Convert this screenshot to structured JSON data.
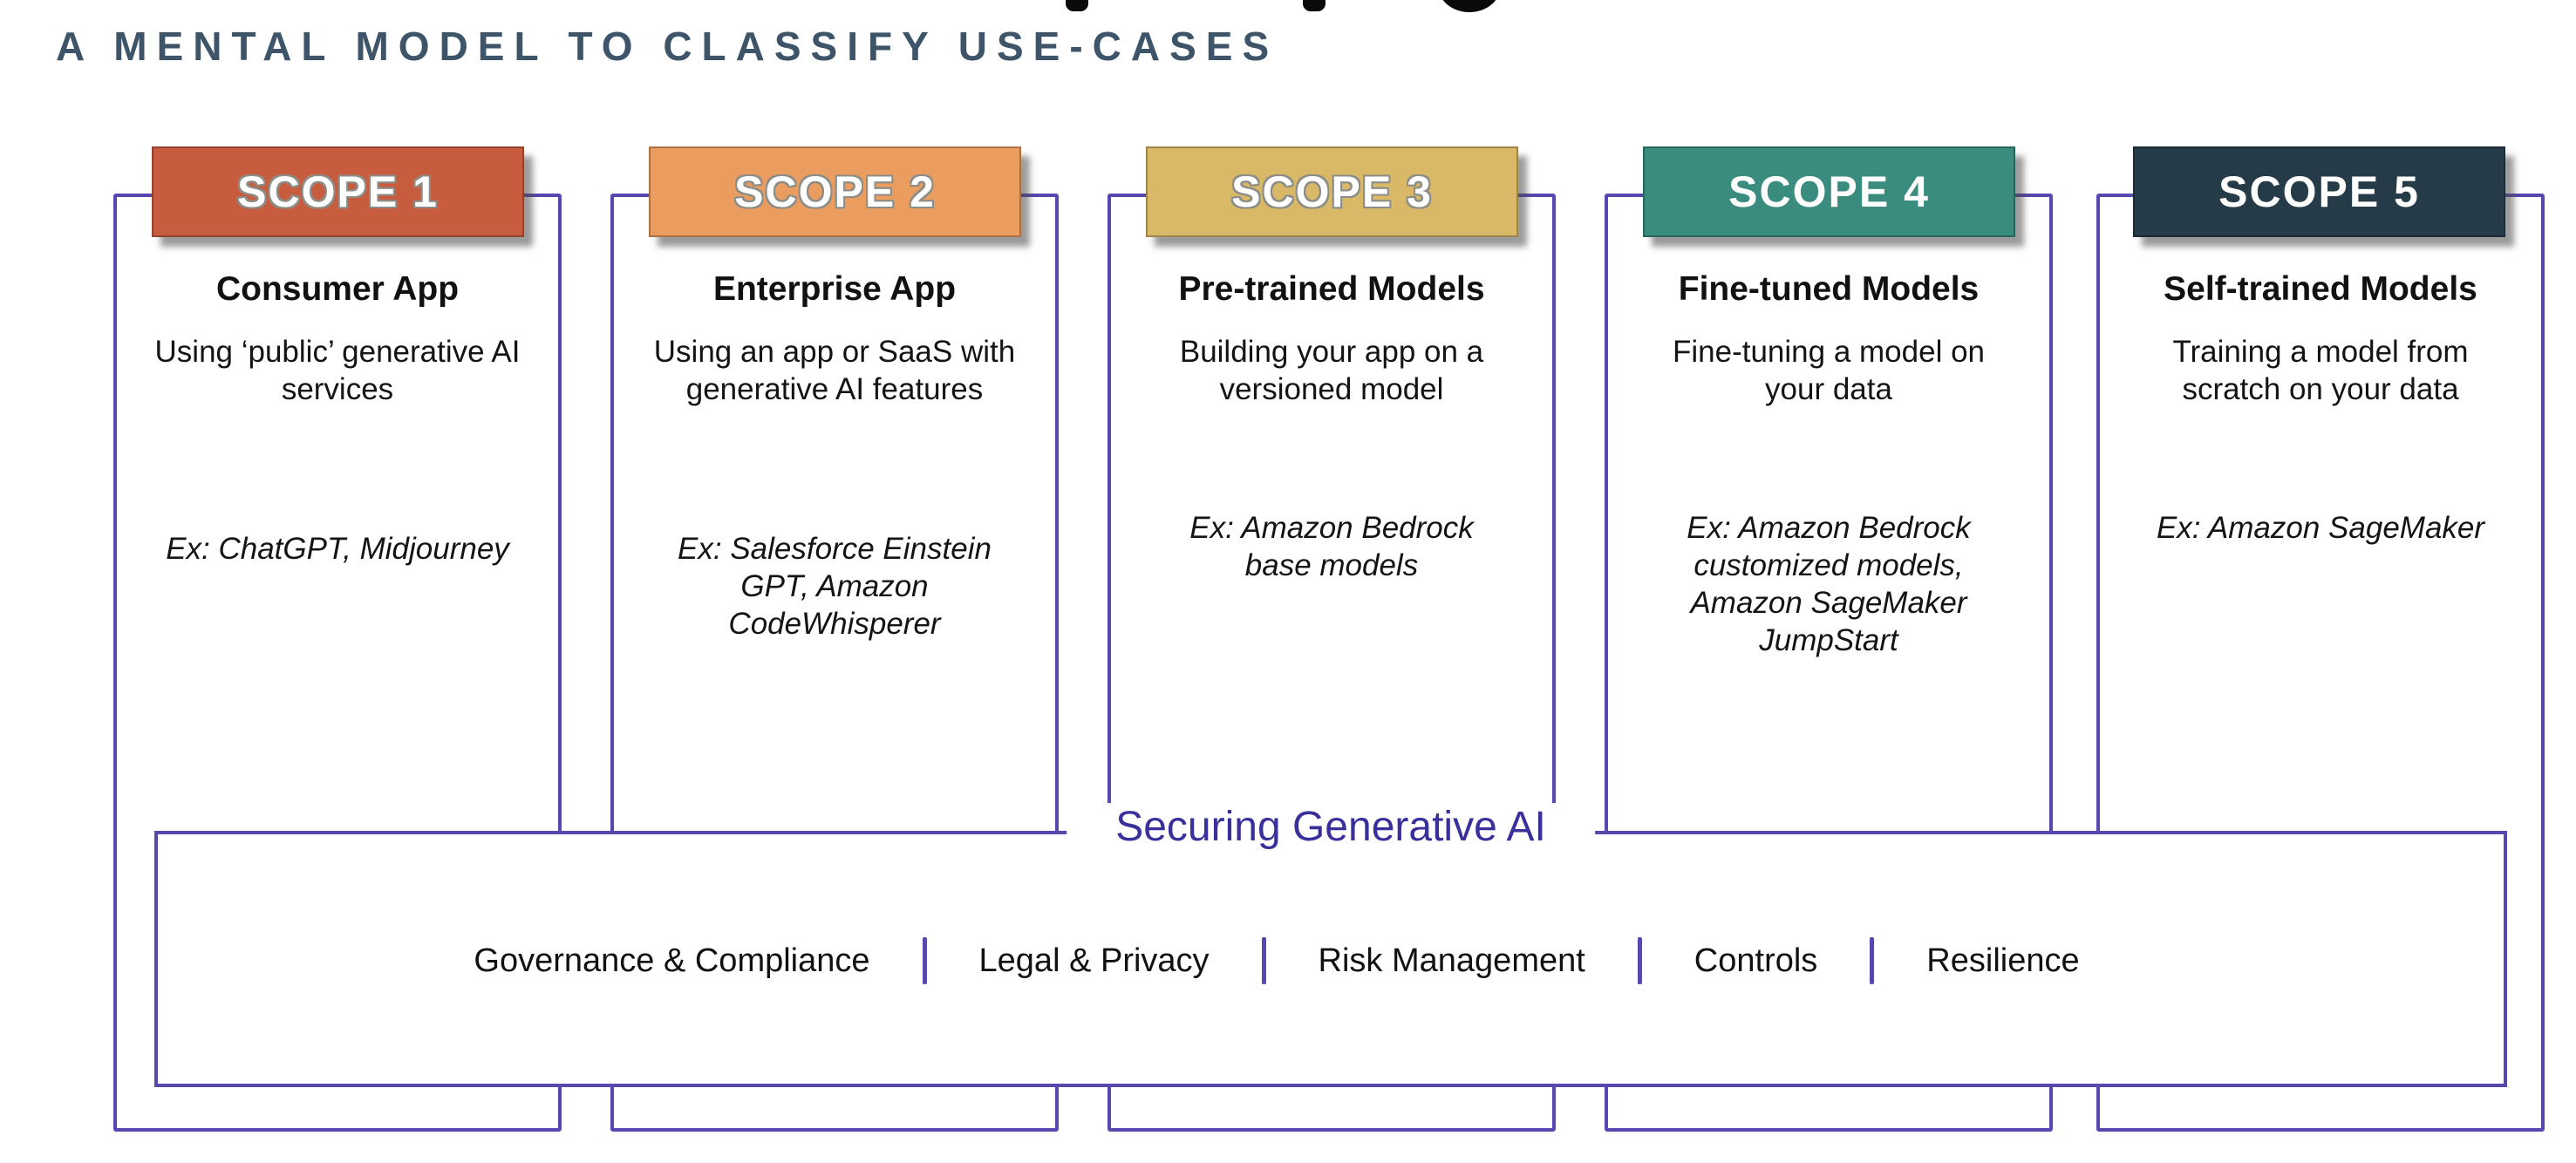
{
  "page": {
    "subtitle": "A MENTAL MODEL TO CLASSIFY USE-CASES"
  },
  "colors": {
    "outline_purple": "#5747AE",
    "securing_title_purple": "#39309B",
    "subtitle_slate": "#3E5468",
    "scope1_bg": "#C75C3F",
    "scope2_bg": "#EB9D60",
    "scope3_bg": "#D9B967",
    "scope4_bg": "#3A8C7F",
    "scope5_bg": "#263B48"
  },
  "scopes": [
    {
      "label": "SCOPE 1",
      "name": "Consumer App",
      "description": "Using ‘public’ generative AI services",
      "example": "Ex: ChatGPT, Midjourney",
      "header_color": "#C75C3F"
    },
    {
      "label": "SCOPE 2",
      "name": "Enterprise App",
      "description": "Using an app or SaaS with generative AI features",
      "example": "Ex: Salesforce Einstein GPT, Amazon CodeWhisperer",
      "header_color": "#EB9D60"
    },
    {
      "label": "SCOPE 3",
      "name": "Pre-trained Models",
      "description": "Building your app on a versioned model",
      "example": "Ex: Amazon Bedrock base models",
      "header_color": "#D9B967"
    },
    {
      "label": "SCOPE 4",
      "name": "Fine-tuned Models",
      "description": "Fine-tuning a model on your data",
      "example": "Ex: Amazon Bedrock customized models, Amazon SageMaker JumpStart",
      "header_color": "#3A8C7F"
    },
    {
      "label": "SCOPE 5",
      "name": "Self-trained Models",
      "description": "Training a model from scratch on your data",
      "example": "Ex: Amazon SageMaker",
      "header_color": "#263B48"
    }
  ],
  "securing": {
    "title": "Securing Generative AI",
    "items": [
      "Governance & Compliance",
      "Legal & Privacy",
      "Risk Management",
      "Controls",
      "Resilience"
    ]
  }
}
